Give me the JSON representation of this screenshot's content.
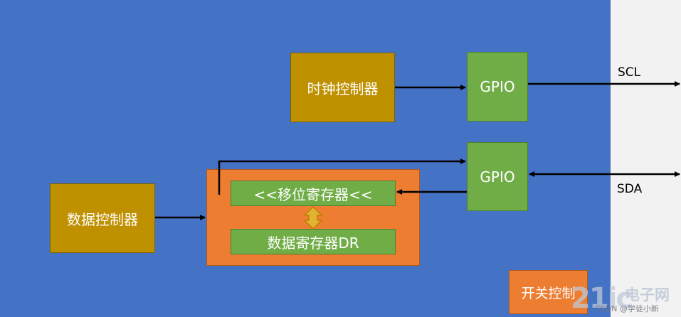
{
  "blocks": {
    "clock_controller": "时钟控制器",
    "gpio_top": "GPIO",
    "gpio_bottom": "GPIO",
    "data_controller": "数据控制器",
    "shift_register": "<<移位寄存器<<",
    "data_register": "数据寄存器DR",
    "switch_control": "开关控制"
  },
  "pins": {
    "scl": "SCL",
    "sda": "SDA"
  },
  "watermark": {
    "number": "21ic",
    "cn": "电子网",
    "small": "CSDN @学徒小新"
  },
  "colors": {
    "panel": "#4472c4",
    "gold_block": "#bf9000",
    "green_block": "#70ad47",
    "orange_block": "#ed7d31",
    "wire": "#000000"
  }
}
